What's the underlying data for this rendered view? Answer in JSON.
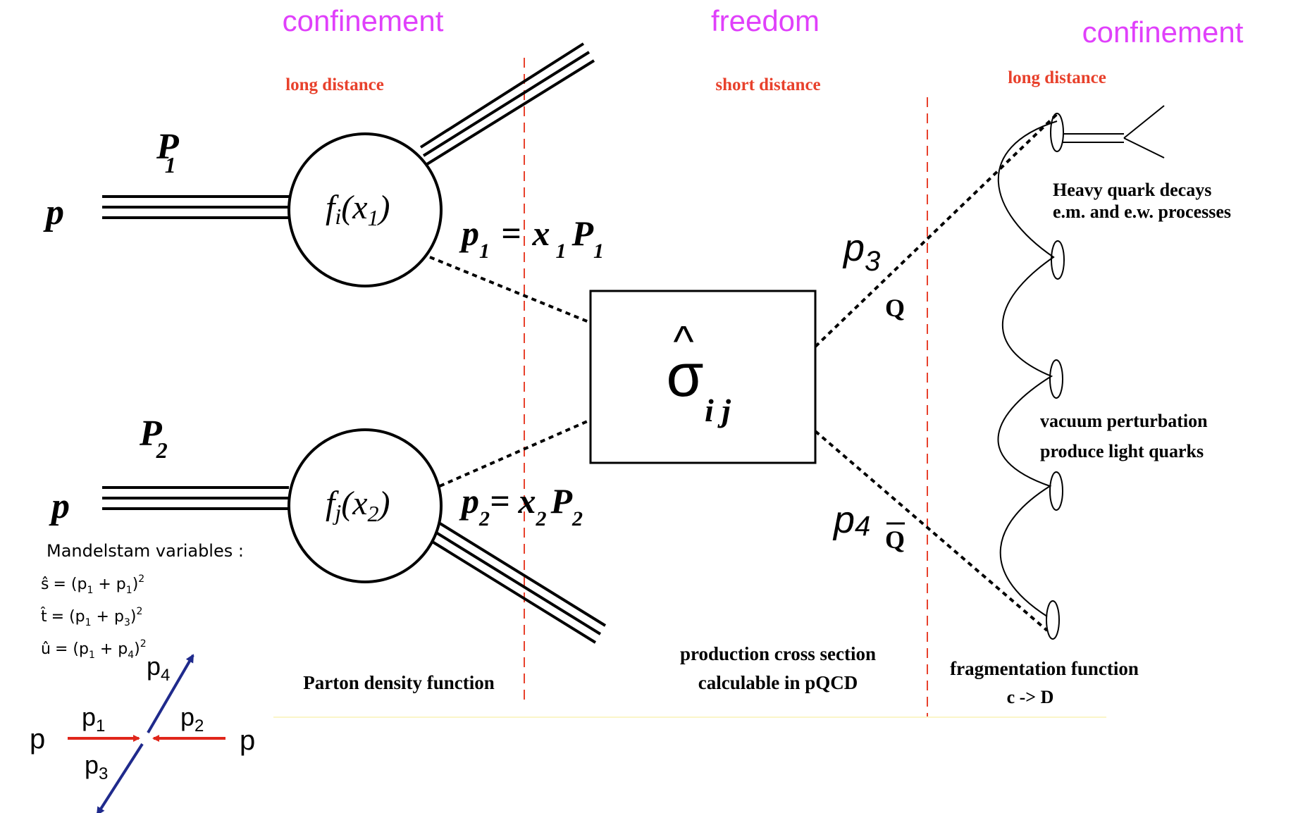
{
  "colors": {
    "region_title": "#e040fb",
    "distance_label": "#e8412c",
    "divider": "#e8412c",
    "ink": "#000000",
    "red_arrow": "#e0261b",
    "blue_arrow": "#1f2a8c",
    "baseline": "#fbf5c8"
  },
  "regions": {
    "left_title": "confinement",
    "middle_title": "freedom",
    "right_title": "confinement",
    "left_distance": "long distance",
    "middle_distance": "short distance",
    "right_distance": "long distance"
  },
  "left": {
    "proton_1": "p",
    "proton_2": "p",
    "momentum_1_main": "P",
    "momentum_1_sub": "1",
    "momentum_2_main": "P",
    "momentum_2_sub": "2",
    "pdf_1": {
      "f": "f",
      "i": "i",
      "arg": "(x",
      "sub": "1",
      "close": ")"
    },
    "pdf_2": {
      "f": "f",
      "i": "j",
      "arg": "(x",
      "sub": "2",
      "close": ")"
    },
    "parton_1": {
      "p": "p",
      "p_sub": "1",
      "eq": "=",
      "x": "x",
      "x_sub": "1",
      "P": "P",
      "P_sub": "1"
    },
    "parton_2": {
      "p": "p",
      "p_sub": "2",
      "eq": "=",
      "x": "x",
      "x_sub": "2",
      "P": "P",
      "P_sub": "2"
    },
    "caption": "Parton density function"
  },
  "center": {
    "hat": "^",
    "sigma": "σ",
    "subscript": "i j",
    "caption_line1": "production cross section",
    "caption_line2": "calculable in pQCD"
  },
  "right": {
    "p3": "p",
    "p3_sub": "3",
    "p4": "p",
    "p4_sub": "4",
    "quark": "Q",
    "antiquark": "Q",
    "decays_line1": "Heavy quark decays",
    "decays_line2": "e.m. and e.w. processes",
    "vacuum_line1": "vacuum perturbation",
    "vacuum_line2": "produce light quarks",
    "caption_line1": "fragmentation function",
    "caption_line2": "c -> D"
  },
  "mandelstam": {
    "title": "Mandelstam variables :",
    "rows": [
      {
        "var": "ŝ",
        "expr": "= (p",
        "a": "1",
        "plus": " + p",
        "b": "1",
        "close": ")",
        "sq": "2"
      },
      {
        "var": "t̂",
        "expr": "= (p",
        "a": "1",
        "plus": " + p",
        "b": "3",
        "close": ")",
        "sq": "2"
      },
      {
        "var": "û",
        "expr": "= (p",
        "a": "1",
        "plus": " + p",
        "b": "4",
        "close": ")",
        "sq": "2"
      }
    ]
  },
  "kinematics": {
    "left_proton": "p",
    "right_proton": "p",
    "p1": "p",
    "p1_sub": "1",
    "p2": "p",
    "p2_sub": "2",
    "p3": "p",
    "p3_sub": "3",
    "p4": "p",
    "p4_sub": "4"
  }
}
